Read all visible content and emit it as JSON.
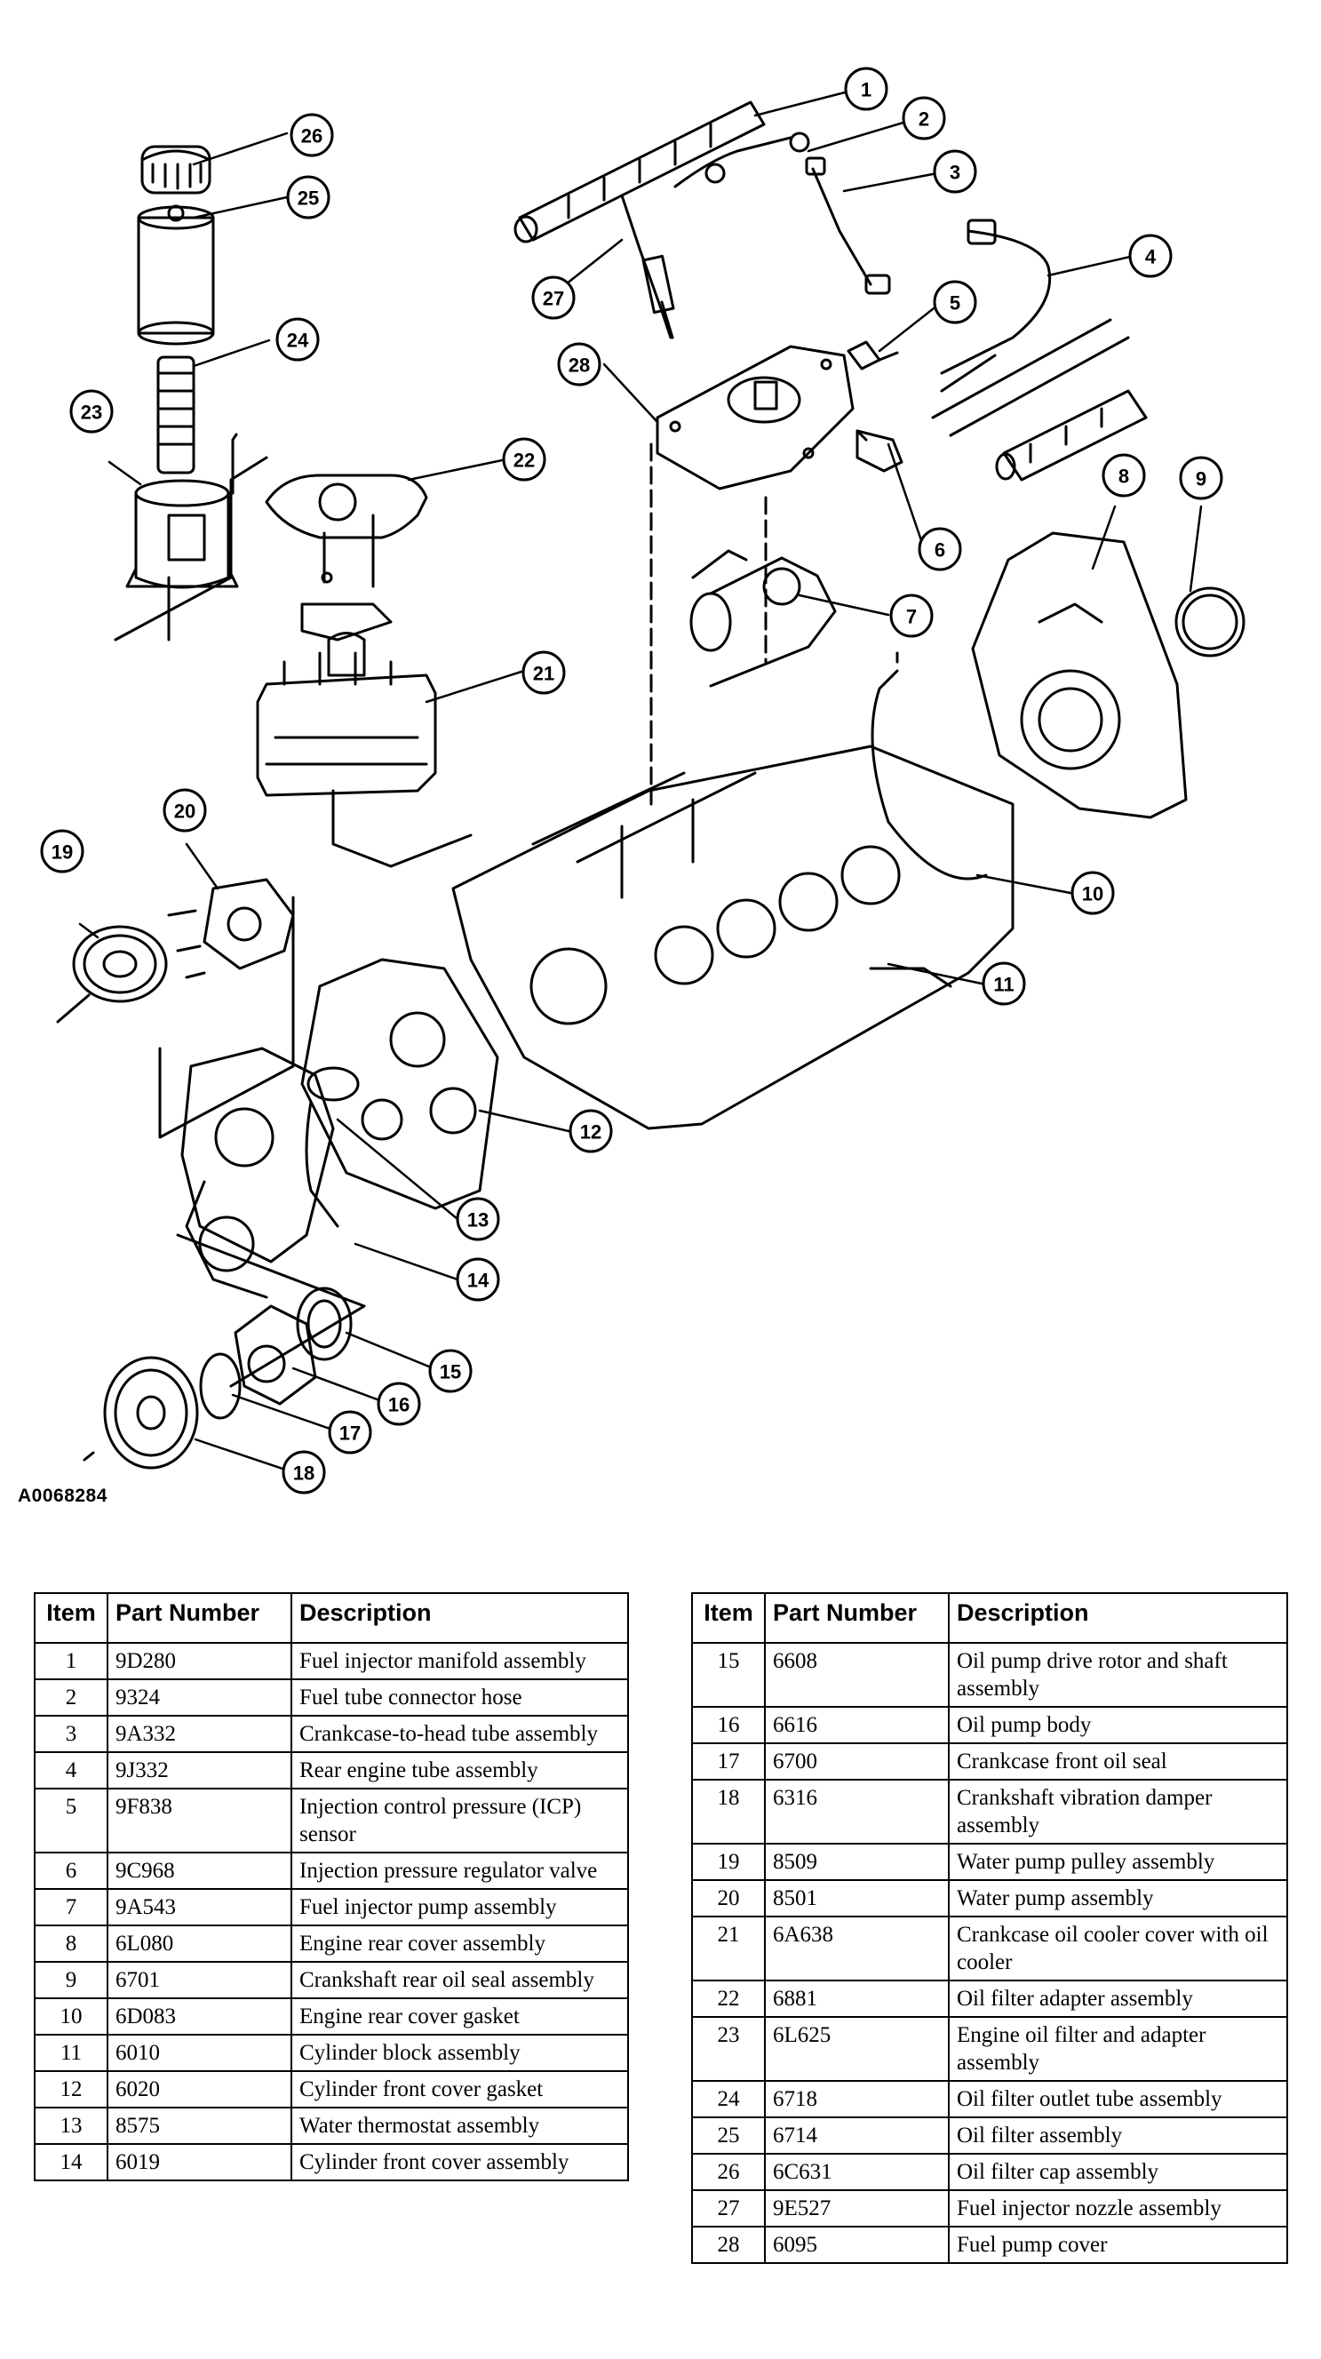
{
  "figure": {
    "id": "A0068284",
    "callouts": [
      "1",
      "2",
      "3",
      "4",
      "5",
      "6",
      "7",
      "8",
      "9",
      "10",
      "11",
      "12",
      "13",
      "14",
      "15",
      "16",
      "17",
      "18",
      "19",
      "20",
      "21",
      "22",
      "23",
      "24",
      "25",
      "26",
      "27",
      "28"
    ]
  },
  "table": {
    "headers": {
      "item": "Item",
      "part_number": "Part Number",
      "description": "Description"
    },
    "left_rows": [
      {
        "item": "1",
        "part": "9D280",
        "desc": "Fuel injector manifold assembly"
      },
      {
        "item": "2",
        "part": "9324",
        "desc": "Fuel tube connector hose"
      },
      {
        "item": "3",
        "part": "9A332",
        "desc": "Crankcase-to-head tube assembly"
      },
      {
        "item": "4",
        "part": "9J332",
        "desc": "Rear engine tube assembly"
      },
      {
        "item": "5",
        "part": "9F838",
        "desc": "Injection control pressure (ICP) sensor"
      },
      {
        "item": "6",
        "part": "9C968",
        "desc": "Injection pressure regulator valve"
      },
      {
        "item": "7",
        "part": "9A543",
        "desc": "Fuel injector pump assembly"
      },
      {
        "item": "8",
        "part": "6L080",
        "desc": "Engine rear cover assembly"
      },
      {
        "item": "9",
        "part": "6701",
        "desc": "Crankshaft rear oil seal assembly"
      },
      {
        "item": "10",
        "part": "6D083",
        "desc": "Engine rear cover gasket"
      },
      {
        "item": "11",
        "part": "6010",
        "desc": "Cylinder block assembly"
      },
      {
        "item": "12",
        "part": "6020",
        "desc": "Cylinder front cover gasket"
      },
      {
        "item": "13",
        "part": "8575",
        "desc": "Water thermostat assembly"
      },
      {
        "item": "14",
        "part": "6019",
        "desc": "Cylinder front cover assembly"
      }
    ],
    "right_rows": [
      {
        "item": "15",
        "part": "6608",
        "desc": "Oil pump drive rotor and shaft assembly"
      },
      {
        "item": "16",
        "part": "6616",
        "desc": "Oil pump body"
      },
      {
        "item": "17",
        "part": "6700",
        "desc": "Crankcase front oil seal"
      },
      {
        "item": "18",
        "part": "6316",
        "desc": "Crankshaft vibration damper assembly"
      },
      {
        "item": "19",
        "part": "8509",
        "desc": "Water pump pulley assembly"
      },
      {
        "item": "20",
        "part": "8501",
        "desc": "Water pump assembly"
      },
      {
        "item": "21",
        "part": "6A638",
        "desc": "Crankcase oil cooler cover with oil cooler"
      },
      {
        "item": "22",
        "part": "6881",
        "desc": "Oil filter adapter assembly"
      },
      {
        "item": "23",
        "part": "6L625",
        "desc": "Engine oil filter and adapter assembly"
      },
      {
        "item": "24",
        "part": "6718",
        "desc": "Oil filter outlet tube assembly"
      },
      {
        "item": "25",
        "part": "6714",
        "desc": "Oil filter assembly"
      },
      {
        "item": "26",
        "part": "6C631",
        "desc": "Oil filter cap assembly"
      },
      {
        "item": "27",
        "part": "9E527",
        "desc": "Fuel injector nozzle assembly"
      },
      {
        "item": "28",
        "part": "6095",
        "desc": "Fuel pump cover"
      }
    ]
  }
}
